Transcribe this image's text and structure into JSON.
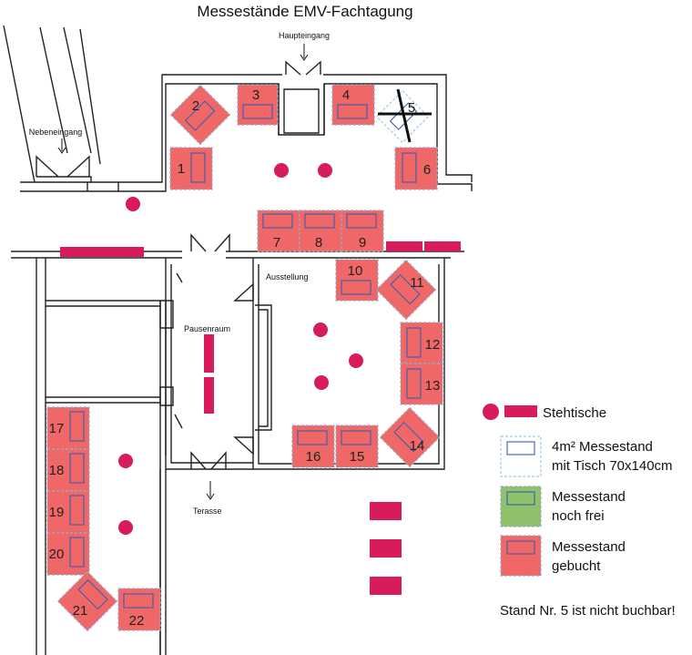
{
  "title": "Messestände EMV-Fachtagung",
  "labels": {
    "haupteingang": "Haupteingang",
    "nebeneingang": "Nebeneingang",
    "ausstellung": "Ausstellung",
    "pausenraum": "Pausenraum",
    "terasse": "Terasse"
  },
  "booths": [
    {
      "n": "1",
      "status": "gebucht"
    },
    {
      "n": "2",
      "status": "gebucht"
    },
    {
      "n": "3",
      "status": "gebucht"
    },
    {
      "n": "4",
      "status": "gebucht"
    },
    {
      "n": "5",
      "status": "nicht buchbar"
    },
    {
      "n": "6",
      "status": "gebucht"
    },
    {
      "n": "7",
      "status": "gebucht"
    },
    {
      "n": "8",
      "status": "gebucht"
    },
    {
      "n": "9",
      "status": "gebucht"
    },
    {
      "n": "10",
      "status": "gebucht"
    },
    {
      "n": "11",
      "status": "gebucht"
    },
    {
      "n": "12",
      "status": "gebucht"
    },
    {
      "n": "13",
      "status": "gebucht"
    },
    {
      "n": "14",
      "status": "gebucht"
    },
    {
      "n": "15",
      "status": "gebucht"
    },
    {
      "n": "16",
      "status": "gebucht"
    },
    {
      "n": "17",
      "status": "gebucht"
    },
    {
      "n": "18",
      "status": "gebucht"
    },
    {
      "n": "19",
      "status": "gebucht"
    },
    {
      "n": "20",
      "status": "gebucht"
    },
    {
      "n": "21",
      "status": "gebucht"
    },
    {
      "n": "22",
      "status": "gebucht"
    }
  ],
  "legend": {
    "stehtische": "Stehtische",
    "messestand_line1": "4m² Messestand",
    "messestand_line2": "mit Tisch 70x140cm",
    "frei_line1": "Messestand",
    "frei_line2": "noch frei",
    "gebucht_line1": "Messestand",
    "gebucht_line2": "gebucht"
  },
  "note": "Stand Nr. 5 ist nicht buchbar!",
  "colors": {
    "booked": "#ef6767",
    "free": "#8fc16a",
    "stehtisch": "#d81b5c",
    "table_outline": "#3a5fb0"
  }
}
